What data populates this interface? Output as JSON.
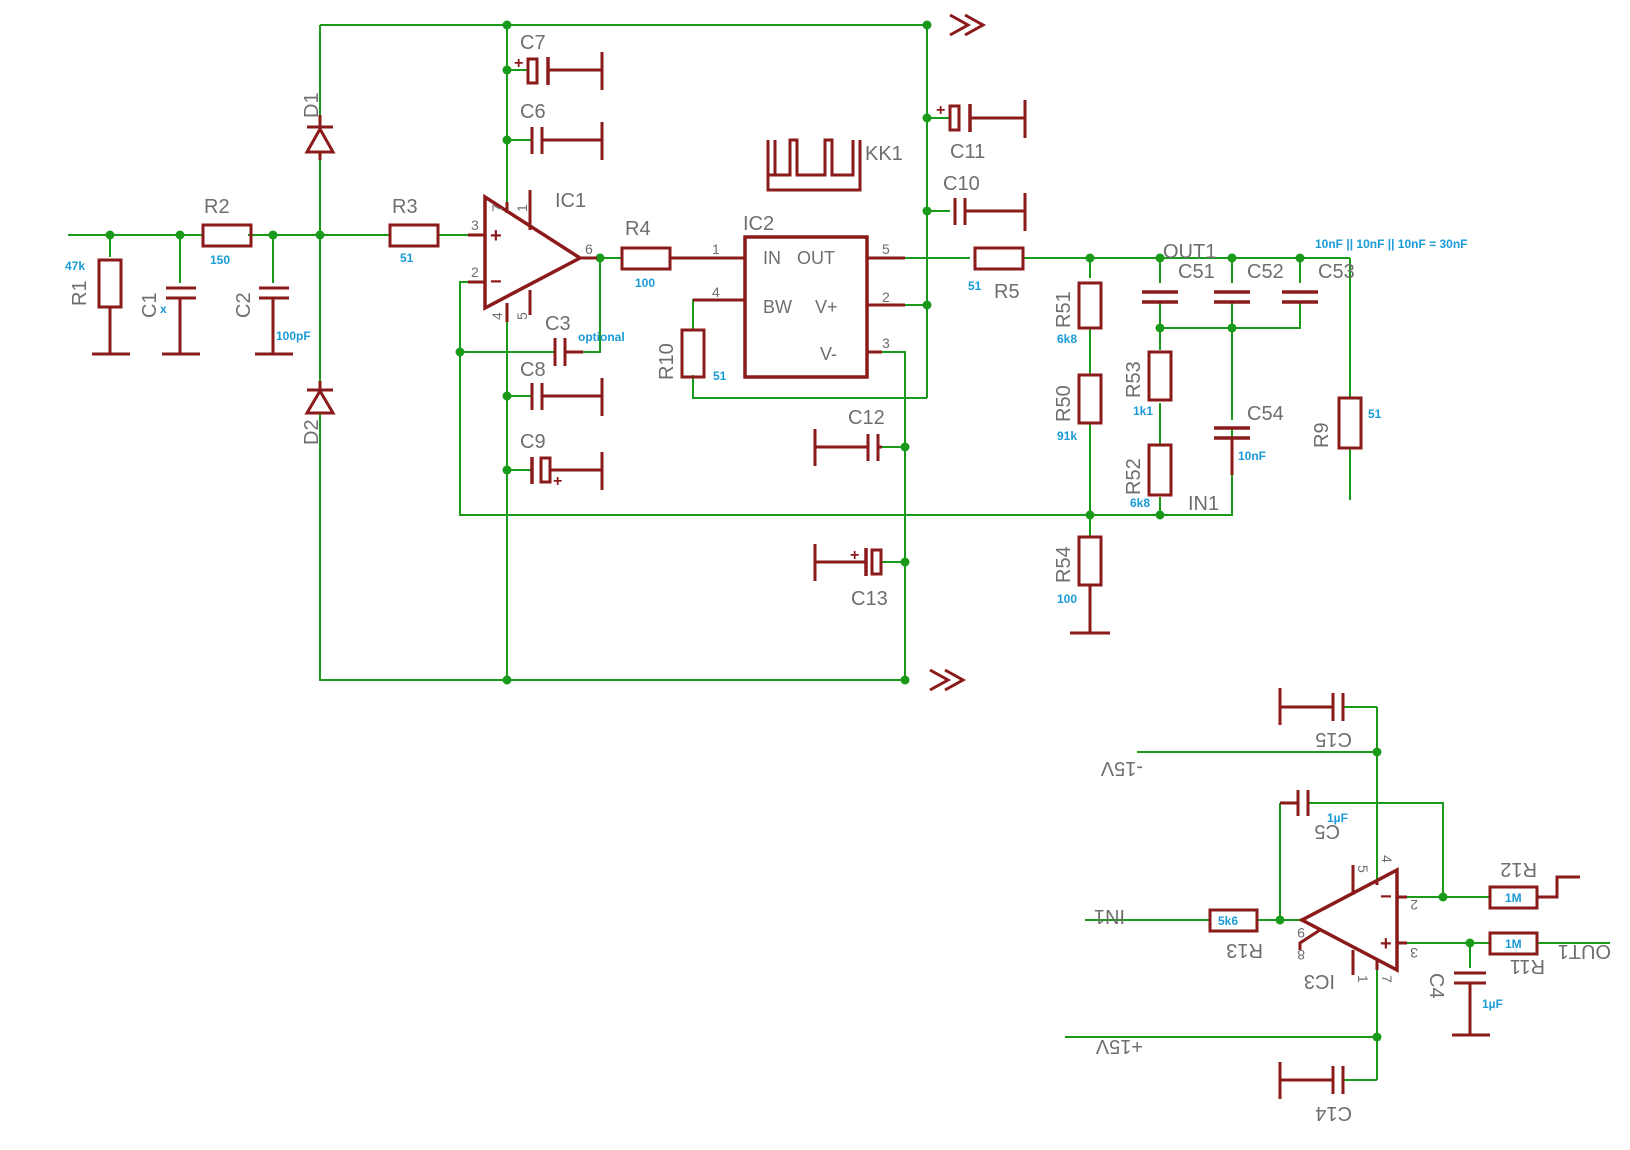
{
  "labels": {
    "D1": "D1",
    "D2": "D2",
    "R1": "R1",
    "R2": "R2",
    "R3": "R3",
    "R4": "R4",
    "R5": "R5",
    "R9": "R9",
    "R10": "R10",
    "R11": "R11",
    "R12": "R12",
    "R13": "R13",
    "R50": "R50",
    "R51": "R51",
    "R52": "R52",
    "R53": "R53",
    "R54": "R54",
    "C1": "C1",
    "C1x": "x",
    "C2": "C2",
    "C3": "C3",
    "C4": "C4",
    "C5": "C5",
    "C6": "C6",
    "C7": "C7",
    "C8": "C8",
    "C9": "C9",
    "C10": "C10",
    "C11": "C11",
    "C12": "C12",
    "C13": "C13",
    "C14": "C14",
    "C15": "C15",
    "C51": "C51",
    "C52": "C52",
    "C53": "C53",
    "C54": "C54",
    "IC1": "IC1",
    "IC2": "IC2",
    "IC3": "IC3",
    "KK1": "KK1",
    "OUT1": "OUT1",
    "IN1": "IN1",
    "OUT1b": "OUT1",
    "IN1b": "IN1",
    "m15": "-15V",
    "p15": "+15V"
  },
  "values": {
    "R1": "47k",
    "R2": "150",
    "C2": "100pF",
    "R3": "51",
    "C3": "optional",
    "R4": "100",
    "R10": "51",
    "R5": "51",
    "R51": "6k8",
    "R50": "91k",
    "R53": "1k1",
    "R52": "6k8",
    "R54": "100",
    "C54": "10nF",
    "R9": "51",
    "note": "10nF || 10nF || 10nF = 30nF",
    "C5": "1µF",
    "R13": "5k6",
    "R12": "1M",
    "R11": "1M",
    "C4": "1µF"
  },
  "ic2_pins": {
    "IN": "IN",
    "OUT": "OUT",
    "BW": "BW",
    "Vp": "V+",
    "Vm": "V-"
  },
  "pins": {
    "ic1_3": "3",
    "ic1_2": "2",
    "ic1_7": "7",
    "ic1_1": "1",
    "ic1_4": "4",
    "ic1_5": "5",
    "ic1_6": "6",
    "ic2_1": "1",
    "ic2_4": "4",
    "ic2_5": "5",
    "ic2_2": "2",
    "ic2_3": "3",
    "ic3_5": "5",
    "ic3_4": "4",
    "ic3_2": "2",
    "ic3_9": "9",
    "ic3_8": "8",
    "ic3_3": "3",
    "ic3_1": "1",
    "ic3_7": "7"
  },
  "symbols": {
    "plus": "+",
    "minus": "−"
  },
  "colors": {
    "wire": "#1a9a1a",
    "part": "#8b1a1a",
    "label": "#6e6e6e",
    "value": "#1a9ad6"
  }
}
